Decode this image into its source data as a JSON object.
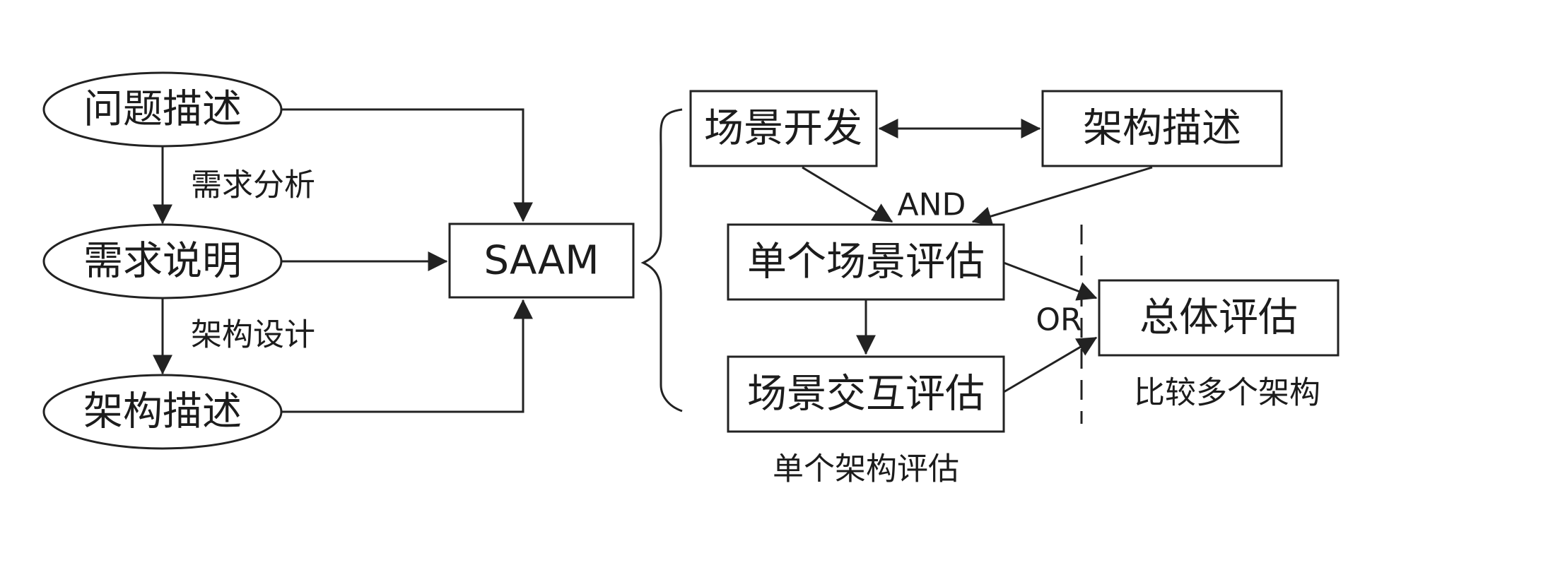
{
  "nodes": {
    "problem_desc": "问题描述",
    "req_spec": "需求说明",
    "arch_desc_left": "架构描述",
    "saam": "SAAM",
    "scenario_dev": "场景开发",
    "arch_desc_right": "架构描述",
    "single_scenario_eval": "单个场景评估",
    "scenario_interaction_eval": "场景交互评估",
    "overall_eval": "总体评估"
  },
  "edge_labels": {
    "req_analysis": "需求分析",
    "arch_design": "架构设计",
    "and": "AND",
    "or": "OR"
  },
  "captions": {
    "single_arch_eval": "单个架构评估",
    "compare_archs": "比较多个架构"
  }
}
